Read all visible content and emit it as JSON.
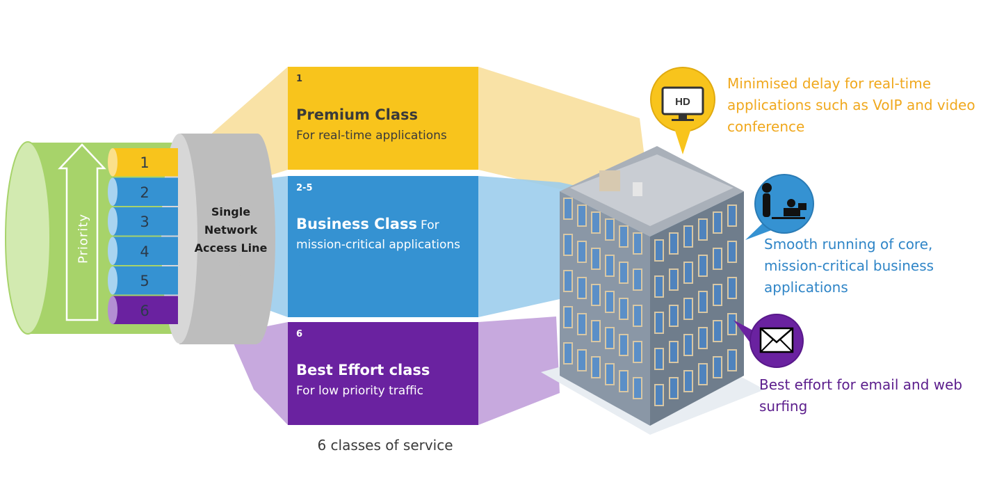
{
  "access_line": {
    "label_lines": [
      "Single",
      "Network",
      "Access Line"
    ],
    "priority_label": "Priority",
    "lanes": [
      {
        "number": "1",
        "color": "#f8c41c"
      },
      {
        "number": "2",
        "color": "#3592d2"
      },
      {
        "number": "3",
        "color": "#3592d2"
      },
      {
        "number": "4",
        "color": "#3592d2"
      },
      {
        "number": "5",
        "color": "#3592d2"
      },
      {
        "number": "6",
        "color": "#6a22a0"
      }
    ]
  },
  "classes": {
    "premium": {
      "range": "1",
      "name": "Premium Class",
      "desc": "For real-time applications",
      "color": "#f8c41c"
    },
    "business": {
      "range": "2-5",
      "name": "Business Class",
      "desc": "For mission-critical applications",
      "color": "#3592d2"
    },
    "besteffort": {
      "range": "6",
      "name": "Best Effort class",
      "desc": "For low priority traffic",
      "color": "#6a22a0"
    }
  },
  "caption": "6 classes of service",
  "benefits": {
    "premium": {
      "text": "Minimised delay for real-time applications such as VoIP and video conference",
      "icon": "hd-monitor-icon",
      "icon_text": "HD"
    },
    "business": {
      "text": "Smooth running of core, mission-critical business applications",
      "icon": "business-people-icon"
    },
    "besteffort": {
      "text": "Best effort for email and web surfing",
      "icon": "envelope-icon"
    }
  }
}
